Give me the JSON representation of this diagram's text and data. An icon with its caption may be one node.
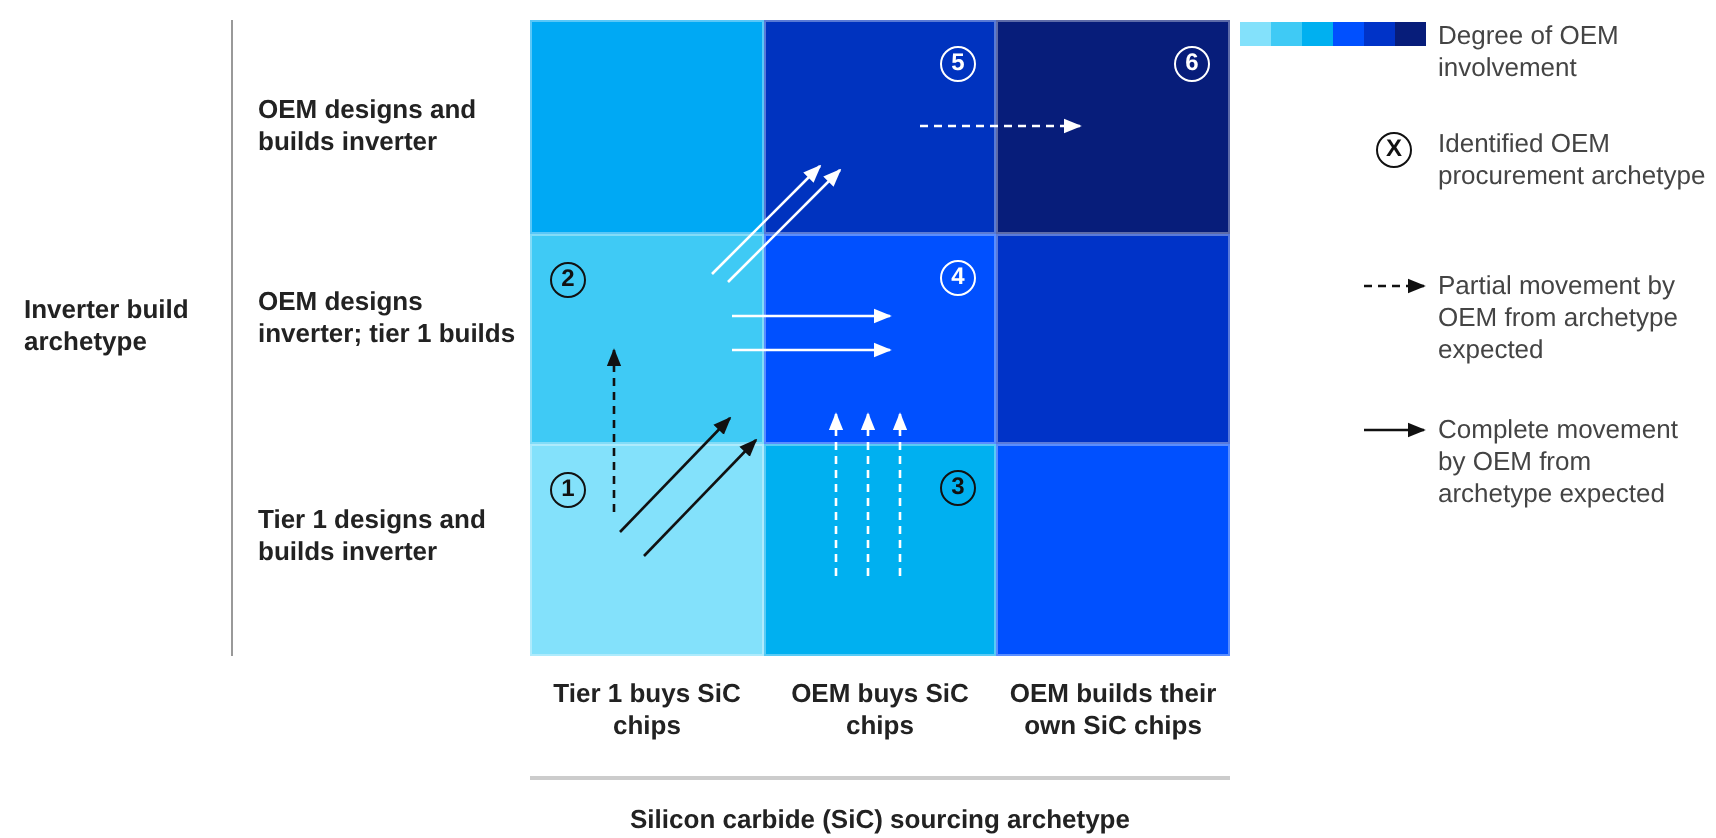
{
  "diagram": {
    "nodes": [
      {
        "text": [],
        "shape": "box"
      },
      {
        "text": [
          "5"
        ]
      },
      {
        "text": [
          "6"
        ]
      },
      {
        "text": [
          "2"
        ]
      },
      {
        "text": [
          "4"
        ]
      },
      {
        "text": [],
        "shape": "box"
      },
      {
        "text": [
          "1"
        ]
      },
      {
        "text": [
          "3"
        ]
      },
      {
        "text": [],
        "shape": "box"
      }
    ],
    "edges": [
      {
        "from": 6,
        "to": 3,
        "arrow": "to",
        "style": "dashed",
        "color": "#111111"
      },
      {
        "from": 6,
        "to": 3,
        "arrow": "to",
        "color": "#111111"
      },
      {
        "from": 6,
        "to": 3,
        "arrow": "to",
        "color": "#111111"
      },
      {
        "from": 3,
        "to": 1,
        "arrow": "to"
      },
      {
        "from": 3,
        "to": 1,
        "arrow": "to"
      },
      {
        "from": 3,
        "to": 4,
        "arrow": "to"
      },
      {
        "from": 3,
        "to": 4,
        "arrow": "to"
      },
      {
        "from": 7,
        "to": 4,
        "arrow": "to",
        "style": "dashed"
      },
      {
        "from": 7,
        "to": 4,
        "arrow": "to",
        "style": "dashed"
      },
      {
        "from": 7,
        "to": 4,
        "arrow": "to",
        "style": "dashed"
      },
      {
        "from": 1,
        "to": 2,
        "arrow": "to",
        "style": "dashed"
      }
    ],
    "labels": [
      "OEM designs and builds inverter",
      "Inverter build archetype",
      "OEM designs inverter; tier 1 builds",
      "Tier 1 designs and builds inverter",
      "Tier 1 buys SiC chips",
      "OEM buys SiC chips",
      "OEM builds their own SiC chips",
      "Silicon carbide (SiC) sourcing archetype",
      "X"
    ],
    "legend": [
      {
        "text": "Degree of OEM involvement"
      },
      {
        "text": "Identified OEM procurement archetype"
      },
      {
        "text": "Partial movement by OEM from archetype expected"
      },
      {
        "text": "Complete movement by OEM from archetype expected"
      }
    ]
  }
}
